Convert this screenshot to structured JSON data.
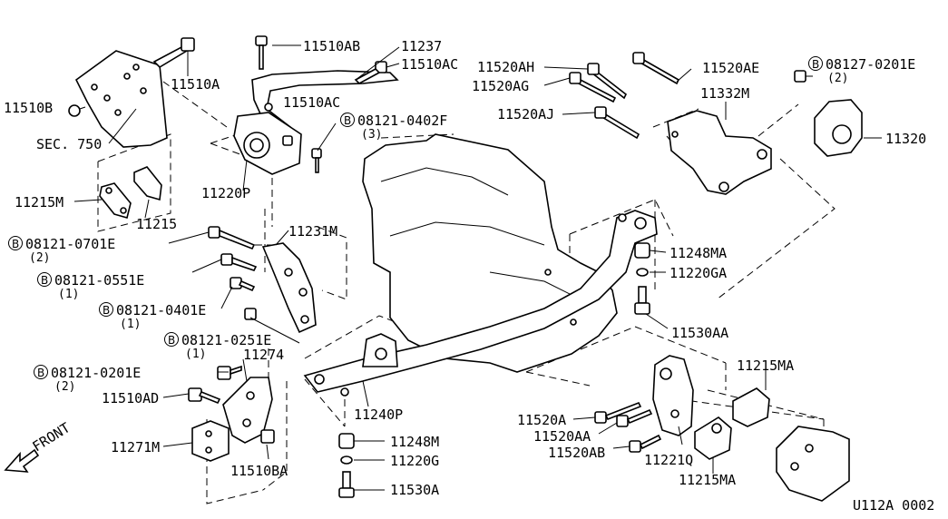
{
  "diagram": {
    "id_code": "U112A 0002",
    "front_label": "FRONT",
    "sec_label": "SEC. 750",
    "bolt_marker": "B",
    "parts": [
      {
        "key": "p11510AB",
        "code": "11510AB"
      },
      {
        "key": "p11237",
        "code": "11237"
      },
      {
        "key": "p11510AC_a",
        "code": "11510AC"
      },
      {
        "key": "p11510AC_b",
        "code": "11510AC"
      },
      {
        "key": "p11510A",
        "code": "11510A"
      },
      {
        "key": "p11510B",
        "code": "11510B"
      },
      {
        "key": "p11220P",
        "code": "11220P"
      },
      {
        "key": "p11215M",
        "code": "11215M"
      },
      {
        "key": "p11215",
        "code": "11215"
      },
      {
        "key": "p11231M",
        "code": "11231M"
      },
      {
        "key": "p11274",
        "code": "11274"
      },
      {
        "key": "p11510AD",
        "code": "11510AD"
      },
      {
        "key": "p11271M",
        "code": "11271M"
      },
      {
        "key": "p11510BA",
        "code": "11510BA"
      },
      {
        "key": "p11240P",
        "code": "11240P"
      },
      {
        "key": "p11248M",
        "code": "11248M"
      },
      {
        "key": "p11220G",
        "code": "11220G"
      },
      {
        "key": "p11530A",
        "code": "11530A"
      },
      {
        "key": "p11520AH",
        "code": "11520AH"
      },
      {
        "key": "p11520AG",
        "code": "11520AG"
      },
      {
        "key": "p11520AJ",
        "code": "11520AJ"
      },
      {
        "key": "p11520AE",
        "code": "11520AE"
      },
      {
        "key": "p11332M",
        "code": "11332M"
      },
      {
        "key": "p11320",
        "code": "11320"
      },
      {
        "key": "p11248MA",
        "code": "11248MA"
      },
      {
        "key": "p11220GA",
        "code": "11220GA"
      },
      {
        "key": "p11530AA",
        "code": "11530AA"
      },
      {
        "key": "p11215MA_a",
        "code": "11215MA"
      },
      {
        "key": "p11215MA_b",
        "code": "11215MA"
      },
      {
        "key": "p11520A",
        "code": "11520A"
      },
      {
        "key": "p11520AA",
        "code": "11520AA"
      },
      {
        "key": "p11520AB",
        "code": "11520AB"
      },
      {
        "key": "p11221Q",
        "code": "11221Q"
      }
    ],
    "bolts": [
      {
        "key": "b0402F",
        "code": "08121-0402F",
        "qty": "(3)"
      },
      {
        "key": "b0701E",
        "code": "08121-0701E",
        "qty": "(2)"
      },
      {
        "key": "b0551E",
        "code": "08121-0551E",
        "qty": "(1)"
      },
      {
        "key": "b0401E",
        "code": "08121-0401E",
        "qty": "(1)"
      },
      {
        "key": "b0251E",
        "code": "08121-0251E",
        "qty": "(1)"
      },
      {
        "key": "b0201E",
        "code": "08121-0201E",
        "qty": "(2)"
      },
      {
        "key": "b0201E_r",
        "code": "08127-0201E",
        "qty": "(2)"
      }
    ]
  }
}
